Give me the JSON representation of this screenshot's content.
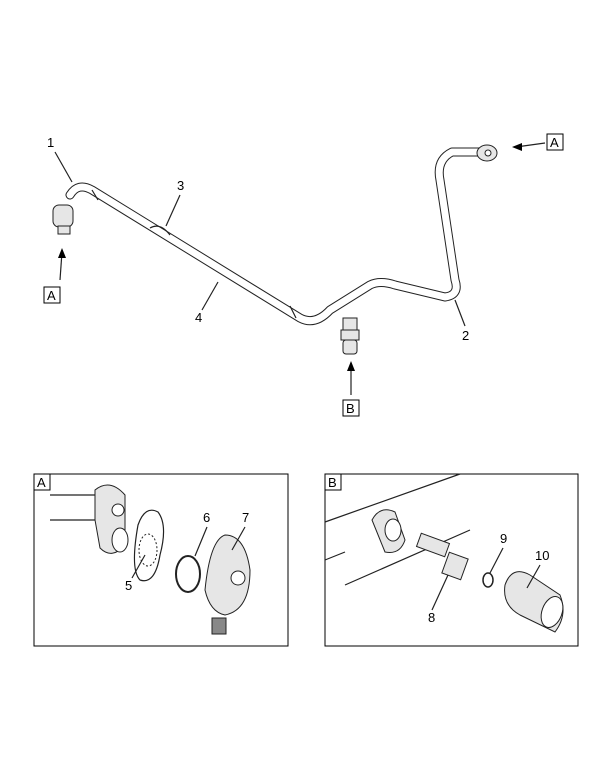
{
  "callouts_main": [
    "1",
    "2",
    "3",
    "4"
  ],
  "view_labels": {
    "a": "A",
    "b": "B"
  },
  "detail_a": {
    "label": "A",
    "callouts": [
      "5",
      "6",
      "7"
    ]
  },
  "detail_b": {
    "label": "B",
    "callouts": [
      "8",
      "9",
      "10"
    ]
  }
}
